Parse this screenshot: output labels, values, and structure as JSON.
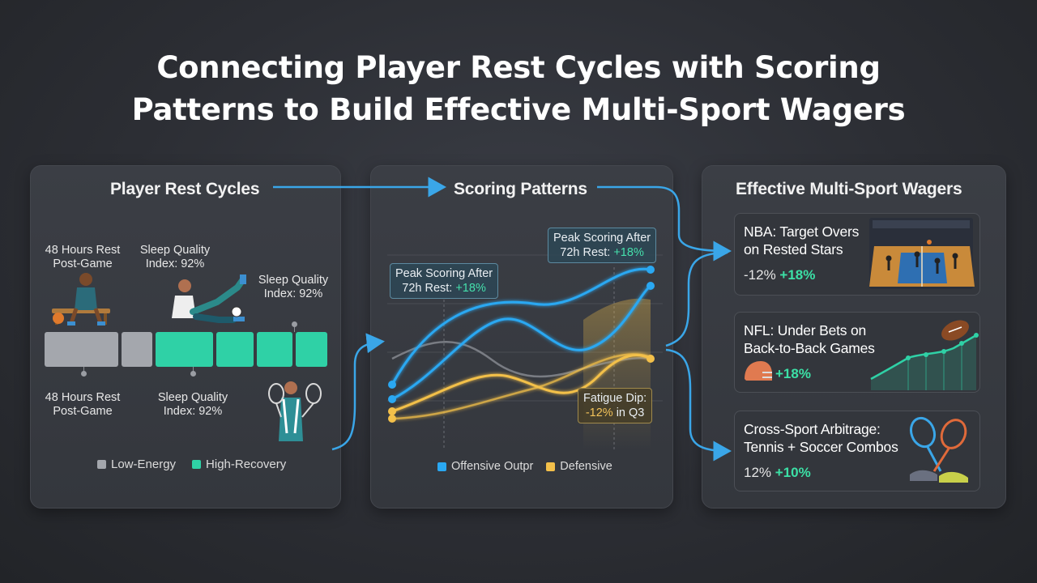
{
  "title": {
    "line1": "Connecting Player Rest Cycles with Scoring",
    "line2": "Patterns to Build Effective Multi-Sport Wagers"
  },
  "rest_panel": {
    "heading": "Player Rest Cycles",
    "label_top_left": [
      "48 Hours Rest",
      "Post-Game"
    ],
    "label_top_mid": [
      "Sleep Quality",
      "Index: 92%"
    ],
    "label_top_right": [
      "Sleep Quality",
      "Index: 92%"
    ],
    "label_bottom_left": [
      "48 Hours Rest",
      "Post-Game"
    ],
    "label_bottom_mid": [
      "Sleep Quality",
      "Index: 92%"
    ],
    "bars": [
      "low",
      "low",
      "high",
      "high",
      "high",
      "high"
    ],
    "legend": [
      {
        "label": "Low-Energy",
        "color": "#a4a7ad"
      },
      {
        "label": "High-Recovery",
        "color": "#2fd1a6"
      }
    ],
    "icons": [
      "resting-player-icon",
      "stretching-player-icon",
      "tennis-player-icon"
    ]
  },
  "scoring_panel": {
    "heading": "Scoring Patterns",
    "callout_left": {
      "line1": "Peak Scoring After",
      "line2_prefix": "72h Rest: ",
      "value": "+18%"
    },
    "callout_right": {
      "line1": "Peak Scoring After",
      "line2_prefix": "72h Rest: ",
      "value": "+18%"
    },
    "callout_fatigue": {
      "line1": "Fatigue Dip:",
      "value": "-12%",
      "suffix": " in Q3"
    },
    "legend": [
      {
        "label": "Offensive Outpr",
        "color": "#2aa8f2"
      },
      {
        "label": "Defensive",
        "color": "#f3c04a"
      }
    ]
  },
  "wagers_panel": {
    "heading": "Effective Multi-Sport Wagers",
    "cards": [
      {
        "title": "NBA: Target Overs\non Rested Stars",
        "neg": "-12%",
        "pos": "+18%",
        "icon": "basketball-court-icon"
      },
      {
        "title": "NFL: Under Bets on\nBack-to-Back Games",
        "neg": "",
        "pos": "+18%",
        "icon": "football-trend-icon"
      },
      {
        "title": "Cross-Sport Arbitrage:\nTennis + Soccer Combos",
        "neg": "12%",
        "pos": "+10%",
        "icon": "tennis-rackets-icon"
      }
    ]
  },
  "colors": {
    "accent_blue": "#2aa8f2",
    "accent_green": "#2fd1a6",
    "accent_yellow": "#f3c04a",
    "flow_arrow": "#3aa6e8"
  }
}
